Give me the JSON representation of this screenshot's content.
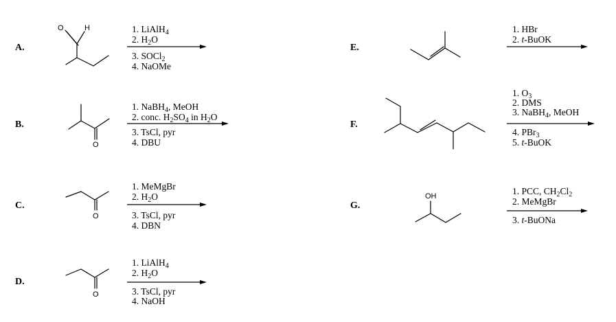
{
  "problems": [
    {
      "letter": "A.",
      "atoms": {
        "o": "O",
        "h": "H"
      },
      "conditions": [
        {
          "num": "1. ",
          "parts": [
            [
              "LiAlH",
              ""
            ],
            [
              "4",
              "sub"
            ]
          ]
        },
        {
          "num": "2. ",
          "parts": [
            [
              "H",
              ""
            ],
            [
              "2",
              "sub"
            ],
            [
              "O",
              ""
            ]
          ]
        },
        {
          "num": "3. ",
          "parts": [
            [
              "SOCl",
              ""
            ],
            [
              "2",
              "sub"
            ]
          ]
        },
        {
          "num": "4. ",
          "parts": [
            [
              "NaOMe",
              ""
            ]
          ]
        }
      ]
    },
    {
      "letter": "B.",
      "atoms": {
        "o": "O"
      },
      "conditions": [
        {
          "num": "1. ",
          "parts": [
            [
              "NaBH",
              ""
            ],
            [
              "4",
              "sub"
            ],
            [
              ", MeOH",
              ""
            ]
          ]
        },
        {
          "num": "2. ",
          "parts": [
            [
              "conc. H",
              ""
            ],
            [
              "2",
              "sub"
            ],
            [
              "SO",
              ""
            ],
            [
              "4",
              "sub"
            ],
            [
              " in H",
              ""
            ],
            [
              "2",
              "sub"
            ],
            [
              "O",
              ""
            ]
          ]
        },
        {
          "num": "3. ",
          "parts": [
            [
              "TsCl, pyr",
              ""
            ]
          ]
        },
        {
          "num": "4. ",
          "parts": [
            [
              "DBU",
              ""
            ]
          ]
        }
      ]
    },
    {
      "letter": "C.",
      "atoms": {
        "o": "O"
      },
      "conditions": [
        {
          "num": "1. ",
          "parts": [
            [
              "MeMgBr",
              ""
            ]
          ]
        },
        {
          "num": "2. ",
          "parts": [
            [
              "H",
              ""
            ],
            [
              "2",
              "sub"
            ],
            [
              "O",
              ""
            ]
          ]
        },
        {
          "num": "3. ",
          "parts": [
            [
              "TsCl, pyr",
              ""
            ]
          ]
        },
        {
          "num": "4. ",
          "parts": [
            [
              "DBN",
              ""
            ]
          ]
        }
      ]
    },
    {
      "letter": "D.",
      "atoms": {
        "o": "O"
      },
      "conditions": [
        {
          "num": "1. ",
          "parts": [
            [
              "LiAlH",
              ""
            ],
            [
              "4",
              "sub"
            ]
          ]
        },
        {
          "num": "2. ",
          "parts": [
            [
              "H",
              ""
            ],
            [
              "2",
              "sub"
            ],
            [
              "O",
              ""
            ]
          ]
        },
        {
          "num": "3. ",
          "parts": [
            [
              "TsCl, pyr",
              ""
            ]
          ]
        },
        {
          "num": "4. ",
          "parts": [
            [
              "NaOH",
              ""
            ]
          ]
        }
      ]
    },
    {
      "letter": "E.",
      "atoms": {},
      "conditions": [
        {
          "num": "1. ",
          "parts": [
            [
              "HBr",
              ""
            ]
          ]
        },
        {
          "num": "2. ",
          "parts": [
            [
              "t",
              "it"
            ],
            [
              "-BuOK",
              ""
            ]
          ]
        }
      ]
    },
    {
      "letter": "F.",
      "atoms": {},
      "conditions": [
        {
          "num": "1. ",
          "parts": [
            [
              "O",
              ""
            ],
            [
              "3",
              "sub"
            ]
          ]
        },
        {
          "num": "2. ",
          "parts": [
            [
              "DMS",
              ""
            ]
          ]
        },
        {
          "num": "3. ",
          "parts": [
            [
              "NaBH",
              ""
            ],
            [
              "4",
              "sub"
            ],
            [
              ", MeOH",
              ""
            ]
          ]
        },
        {
          "num": "4. ",
          "parts": [
            [
              "PBr",
              ""
            ],
            [
              "3",
              "sub"
            ]
          ]
        },
        {
          "num": "5. ",
          "parts": [
            [
              "t",
              "it"
            ],
            [
              "-BuOK",
              ""
            ]
          ]
        }
      ]
    },
    {
      "letter": "G.",
      "atoms": {
        "oh": "OH"
      },
      "conditions": [
        {
          "num": "1. ",
          "parts": [
            [
              "PCC, CH",
              ""
            ],
            [
              "2",
              "sub"
            ],
            [
              "Cl",
              ""
            ],
            [
              "2",
              "sub"
            ]
          ]
        },
        {
          "num": "2. ",
          "parts": [
            [
              "MeMgBr",
              ""
            ]
          ]
        },
        {
          "num": "3. ",
          "parts": [
            [
              "t",
              "it"
            ],
            [
              "-BuONa",
              ""
            ]
          ]
        }
      ]
    }
  ]
}
